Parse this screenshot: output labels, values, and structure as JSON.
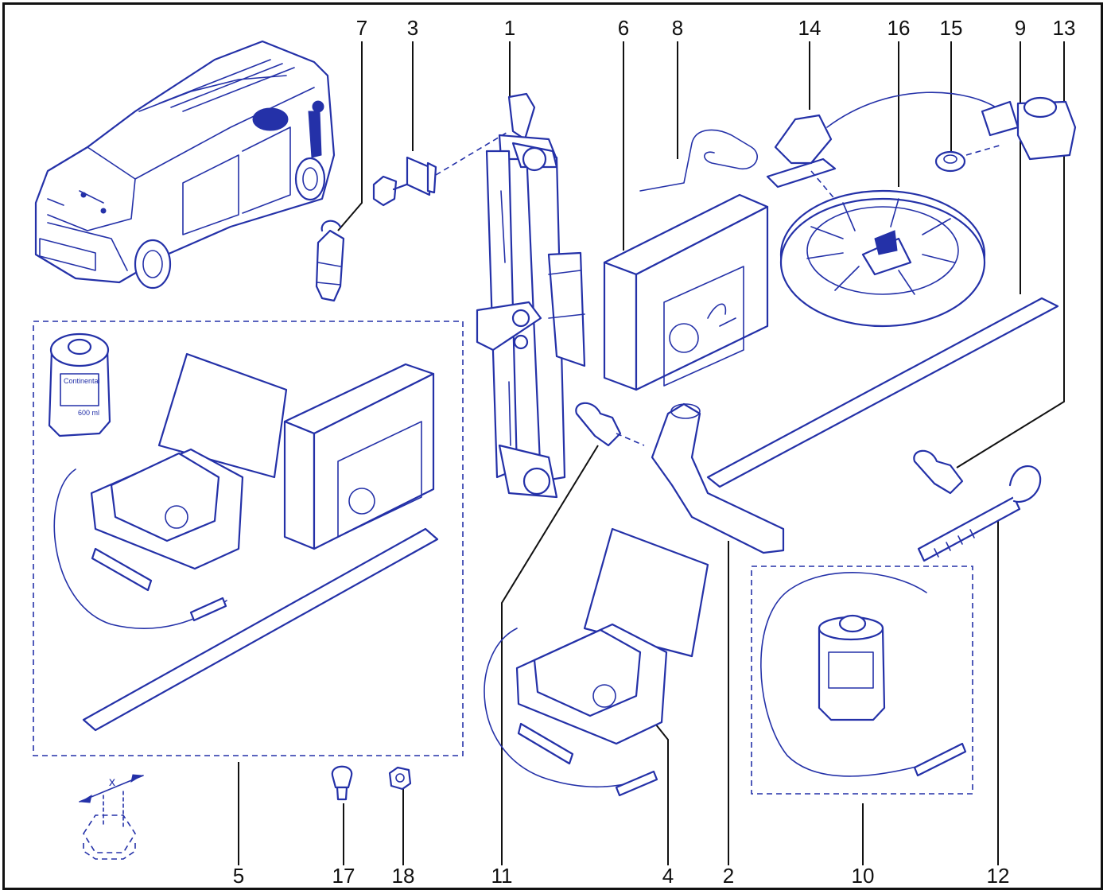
{
  "callouts": [
    "7",
    "3",
    "1",
    "6",
    "8",
    "14",
    "16",
    "15",
    "9",
    "13",
    "5",
    "17",
    "18",
    "11",
    "4",
    "2",
    "10",
    "12"
  ],
  "dimension_label": "x",
  "bottle_brand": "Continental",
  "bottle_volume": "600 ml",
  "colors": {
    "ink": "#2431a8",
    "frame": "#111111"
  }
}
